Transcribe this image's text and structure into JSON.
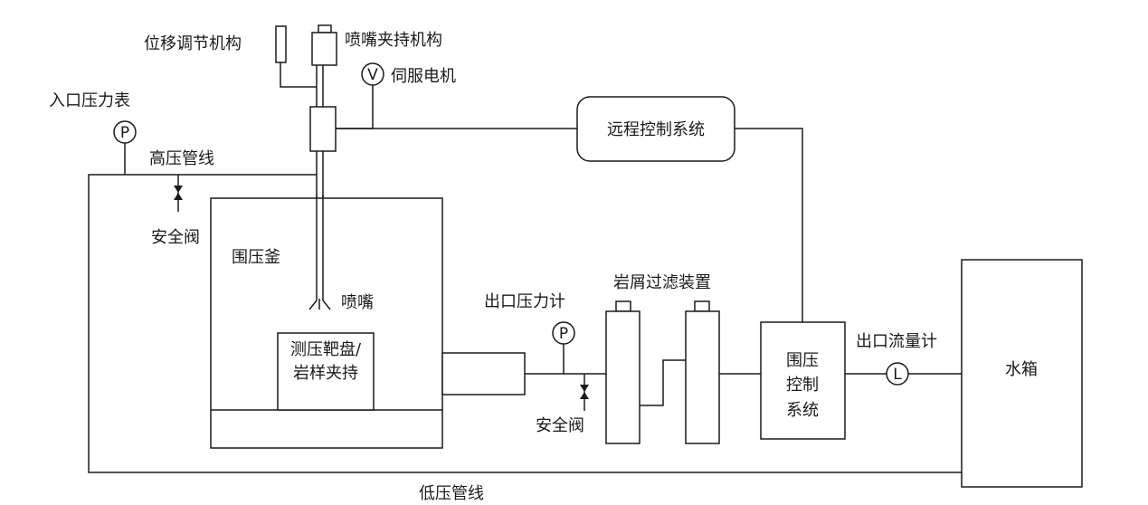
{
  "labels": {
    "displacement_mechanism": "位移调节机构",
    "nozzle_holder": "喷嘴夹持机构",
    "servo_motor": "伺服电机",
    "inlet_pressure_gauge": "入口压力表",
    "high_pressure_line": "高压管线",
    "safety_valve_top": "安全阀",
    "remote_control_system": "远程控制系统",
    "confining_vessel": "围压釜",
    "nozzle": "喷嘴",
    "target_line1": "测压靶盘/",
    "target_line2": "岩样夹持",
    "outlet_pressure_gauge": "出口压力计",
    "safety_valve_bottom": "安全阀",
    "debris_filter": "岩屑过滤装置",
    "confining_control_line1": "围压",
    "confining_control_line2": "控制",
    "confining_control_line3": "系统",
    "outlet_flowmeter": "出口流量计",
    "water_tank": "水箱",
    "low_pressure_line": "低压管线"
  },
  "gauge_symbols": {
    "pressure": "P",
    "motor": "V",
    "flow": "L"
  }
}
